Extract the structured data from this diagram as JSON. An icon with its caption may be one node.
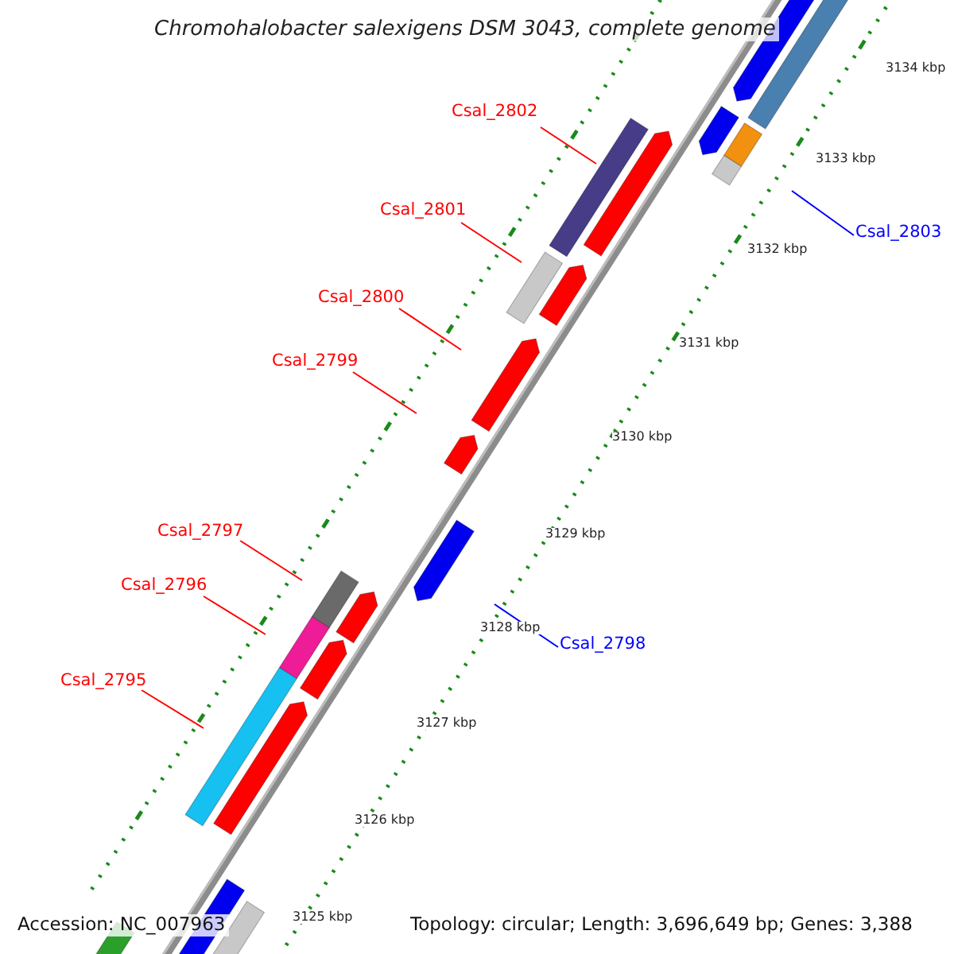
{
  "diagram": {
    "title": "Chromohalobacter salexigens DSM 3043, complete genome",
    "nodes": [
      {
        "text": [
          "Csal_2802"
        ]
      },
      {
        "text": [
          "Csal_2801"
        ]
      },
      {
        "text": [
          "Csal_2800"
        ]
      },
      {
        "text": [
          "Csal_2799"
        ]
      },
      {
        "text": [
          "Csal_2797"
        ]
      },
      {
        "text": [
          "Csal_2796"
        ]
      },
      {
        "text": [
          "Csal_2795"
        ]
      },
      {
        "text": [
          "Csal_2803"
        ]
      },
      {
        "text": [
          "Csal_2798"
        ]
      }
    ],
    "edges": [
      {
        "from": 0,
        "to": null,
        "arrow": "none"
      },
      {
        "from": 1,
        "to": null,
        "arrow": "none"
      },
      {
        "from": 2,
        "to": null,
        "arrow": "none"
      },
      {
        "from": 3,
        "to": null,
        "arrow": "none"
      },
      {
        "from": 4,
        "to": null,
        "arrow": "none"
      },
      {
        "from": 5,
        "to": null,
        "arrow": "none"
      },
      {
        "from": 6,
        "to": null,
        "arrow": "none"
      },
      {
        "from": 7,
        "to": null,
        "arrow": "none",
        "color": "#0000ff"
      },
      {
        "from": 8,
        "to": null,
        "arrow": "none",
        "color": "#0000ff"
      }
    ],
    "labels": [
      "3134 kbp",
      "3133 kbp",
      "3132 kbp",
      "3131 kbp",
      "3130 kbp",
      "3129 kbp",
      "3128 kbp",
      "3127 kbp",
      "3126 kbp",
      "3125 kbp",
      "Accession: NC_007963",
      "Topology: circular; Length: 3,696,649 bp; Genes: 3,388"
    ]
  }
}
